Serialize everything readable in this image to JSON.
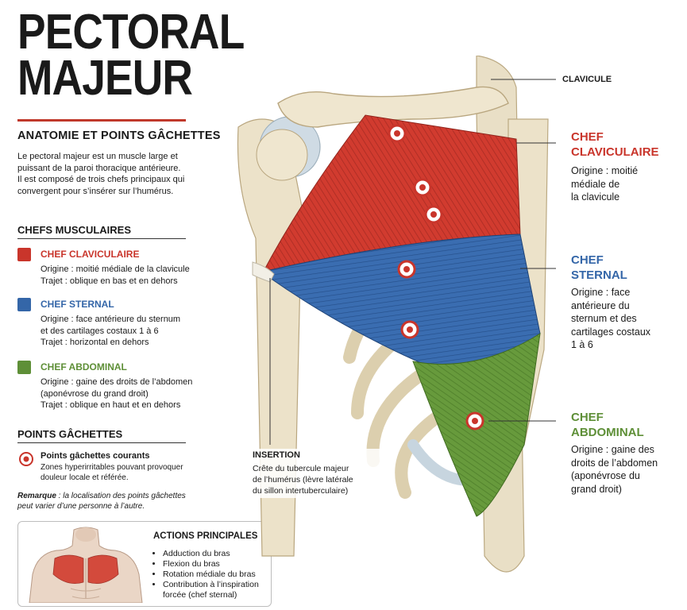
{
  "title": {
    "line1": "PECTORAL",
    "line2": "MAJEUR"
  },
  "intro": {
    "heading": "ANATOMIE ET POINTS GÂCHETTES",
    "lines": [
      "Le pectoral majeur est un muscle large et",
      "puissant de la paroi thoracique antérieure.",
      "Il est composé de trois chefs principaux qui",
      "convergent pour s’insérer sur l’humérus."
    ]
  },
  "chefs": {
    "heading": "CHEFS MUSCULAIRES",
    "items": [
      {
        "name": "CHEF CLAVICULAIRE",
        "color": "#c9352b",
        "lines": [
          "Origine : moitié médiale de la clavicule",
          "Trajet : oblique en bas et en dehors"
        ]
      },
      {
        "name": "CHEF STERNAL",
        "color": "#3466a8",
        "lines": [
          "Origine : face antérieure du sternum",
          "et des cartilages costaux 1 à 6",
          "Trajet : horizontal en dehors"
        ]
      },
      {
        "name": "CHEF ABDOMINAL",
        "color": "#5e8f37",
        "lines": [
          "Origine : gaine des droits de l’abdomen",
          "(aponévrose du grand droit)",
          "Trajet : oblique en haut et en dehors"
        ]
      }
    ]
  },
  "points": {
    "heading": "POINTS GÂCHETTES",
    "item_title": "Points gâchettes courants",
    "item_lines": [
      "Zones hyperirritables pouvant provoquer",
      "douleur locale et référée."
    ],
    "remark_label": "Remarque",
    "remark_lines": [
      " : la localisation des points gâchettes",
      "peut varier d’une personne à l’autre."
    ]
  },
  "actions": {
    "heading": "ACTIONS PRINCIPALES",
    "items": [
      "Adduction du bras",
      "Flexion du bras",
      "Rotation médiale du bras",
      "Contribution à l’inspiration",
      "forcée (chef sternal)"
    ]
  },
  "right_labels": {
    "clavicule": "CLAVICULE",
    "claviculaire": {
      "title": [
        "CHEF",
        "CLAVICULAIRE"
      ],
      "lines": [
        "Origine : moitié",
        "médiale de",
        "la clavicule"
      ],
      "color": "#c9352b"
    },
    "sternal": {
      "title": [
        "CHEF",
        "STERNAL"
      ],
      "lines": [
        "Origine : face",
        "antérieure du",
        "sternum et des",
        "cartilages costaux",
        "1 à 6"
      ],
      "color": "#3466a8"
    },
    "abdominal": {
      "title": [
        "CHEF",
        "ABDOMINAL"
      ],
      "lines": [
        "Origine : gaine des",
        "droits de l’abdomen",
        "(aponévrose du",
        "grand droit)"
      ],
      "color": "#5e8f37"
    }
  },
  "insertion": {
    "title": "INSERTION",
    "lines": [
      "Crête du tubercule majeur",
      "de l’humérus (lèvre latérale",
      "du sillon intertuberculaire)"
    ]
  },
  "colors": {
    "accent_red": "#c0392b",
    "bone": "#ede3c8",
    "cartilage": "#cfdbe4"
  },
  "icons": [
    "target-icon",
    "torso-icon"
  ]
}
